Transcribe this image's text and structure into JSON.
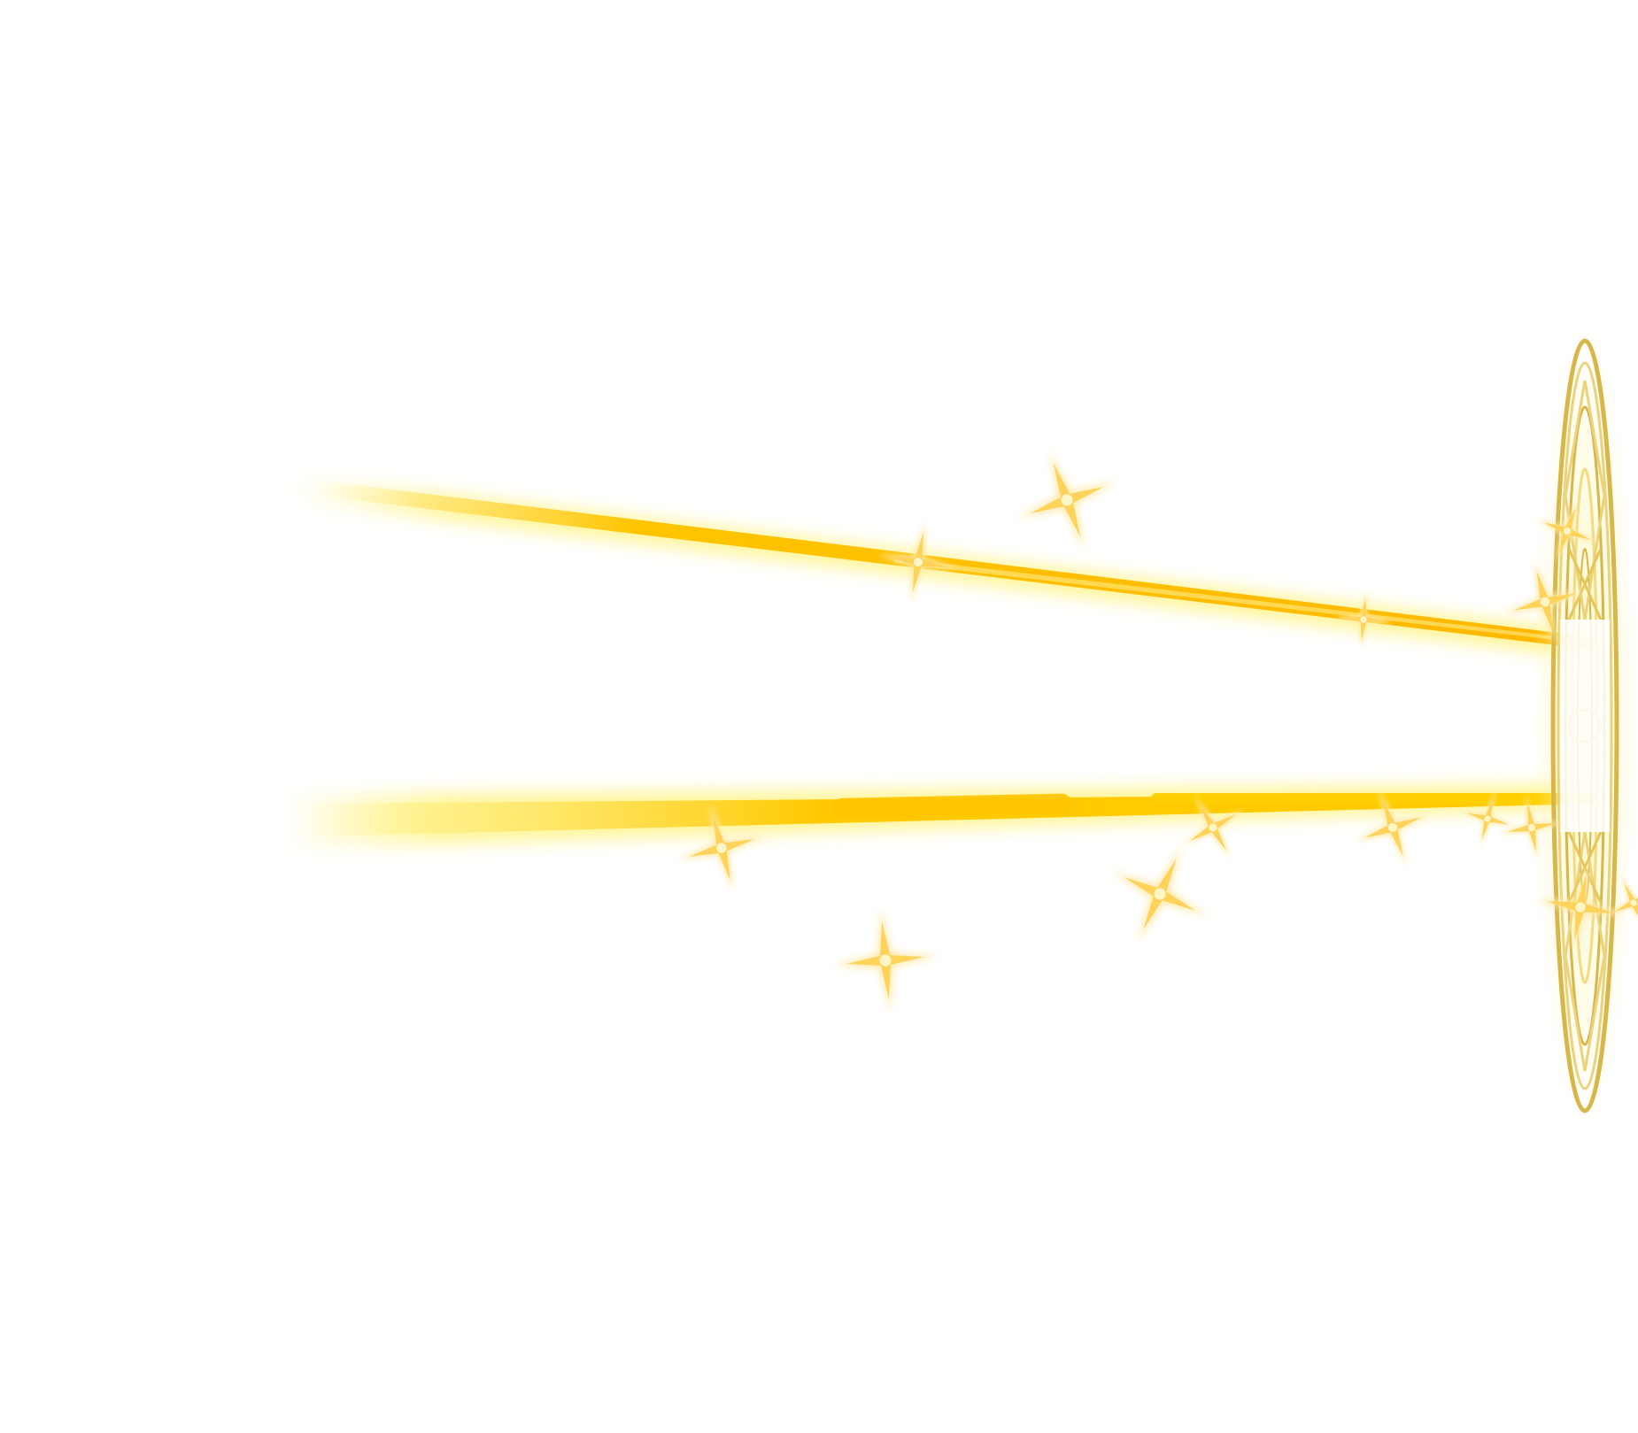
{
  "scene": {
    "background_color": "#ffffff",
    "description_free": true,
    "palette": {
      "beam_core": "#ffb800",
      "beam_mid": "#ffd200",
      "beam_glow": "#fff27a",
      "sparkle": "#ffd766",
      "seal_stroke": "#d7b64a",
      "seal_fill": "#fff3b0"
    }
  },
  "elements": {
    "upper_beam": {
      "kind": "light-beam"
    },
    "lower_beam": {
      "kind": "light-beam"
    },
    "magic_seal": {
      "kind": "magic-circle-seal"
    },
    "sparkles": {
      "kind": "four-point-star",
      "count": 14
    }
  }
}
